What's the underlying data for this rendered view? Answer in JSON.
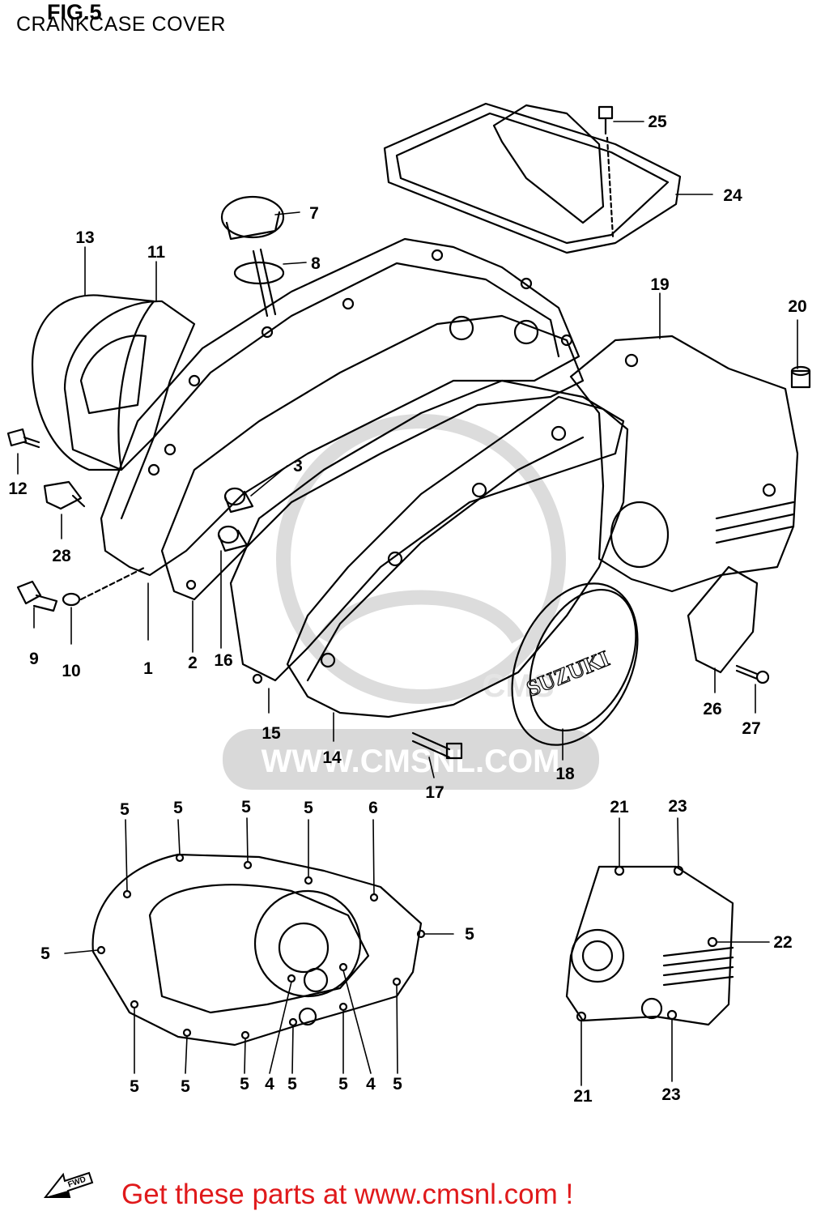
{
  "header": {
    "figure_label": "FIG.5",
    "title": "CRANKCASE COVER"
  },
  "watermark": {
    "text": "WWW.CMSNL.COM",
    "logo_text": "CMS"
  },
  "cover_badge_text": "SUZUKI",
  "callouts": [
    "1",
    "2",
    "3",
    "4",
    "5",
    "6",
    "7",
    "8",
    "9",
    "10",
    "11",
    "12",
    "13",
    "14",
    "15",
    "16",
    "17",
    "18",
    "19",
    "20",
    "21",
    "22",
    "23",
    "24",
    "25",
    "26",
    "27",
    "28"
  ],
  "footer": {
    "cta_text": "Get these parts at www.cmsnl.com !",
    "fwd_label": "FWD",
    "cta_color": "#e0191b"
  },
  "colors": {
    "line": "#000000",
    "watermark": "#d9d9d9",
    "footer": "#e0191b"
  }
}
